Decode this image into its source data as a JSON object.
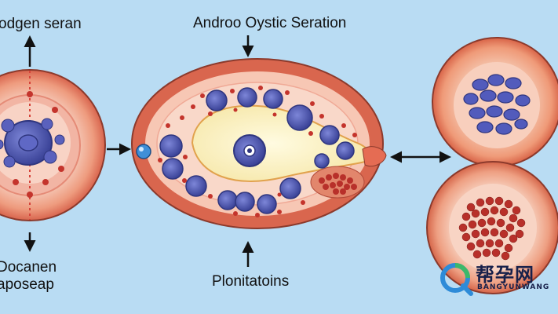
{
  "labels": {
    "top_left": "odgen seran",
    "top_center": "Androo Oystic Seration",
    "bottom_left_line1": "Docanen",
    "bottom_left_line2": "aposeap",
    "bottom_center": "Plonitatoins"
  },
  "watermark": {
    "text": "帮孕网",
    "subtext": "BANGYUNWANG"
  },
  "colors": {
    "background": "#b9dcf3",
    "tissue_outer": "#d9664e",
    "tissue_inner": "#f7c7b4",
    "lumen": "#fbf2c6",
    "cell_blue": "#4d55b0",
    "red_cell": "#b8302a"
  }
}
